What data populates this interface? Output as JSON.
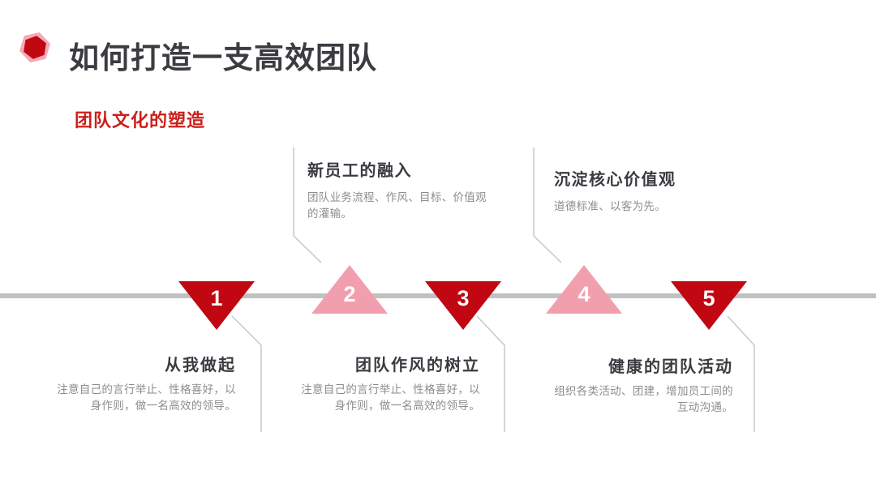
{
  "header": {
    "title": "如何打造一支高效团队",
    "subtitle": "团队文化的塑造"
  },
  "icons": {
    "hexagon_icon": "red hexagon bullet with pink hexagonal outline"
  },
  "colors": {
    "marker_dark_red": "#c00712",
    "marker_pink": "#f19fae",
    "heading_dark": "#3b3b41",
    "body_gray": "#8d8d8d",
    "timeline_gray": "#c1c1c1",
    "subtitle_red": "#cc1f1a",
    "number_white": "#ffffff",
    "background": "#ffffff"
  },
  "timeline": {
    "orientation": "horizontal",
    "marker_shape": "triangle"
  },
  "steps": [
    {
      "number": "1",
      "title": "从我做起",
      "desc": "注意自己的言行举止、性格喜好，以\n身作则，做一名高效的领导。",
      "position": "bottom",
      "marker_direction": "down",
      "marker_color": "dark-red"
    },
    {
      "number": "2",
      "title": "新员工的融入",
      "desc": "团队业务流程、作风、目标、价值观\n的灌输。",
      "position": "top",
      "marker_direction": "up",
      "marker_color": "pink"
    },
    {
      "number": "3",
      "title": "团队作风的树立",
      "desc": "注意自己的言行举止、性格喜好，以\n身作则，做一名高效的领导。",
      "position": "bottom",
      "marker_direction": "down",
      "marker_color": "dark-red"
    },
    {
      "number": "4",
      "title": "沉淀核心价值观",
      "desc": "道德标准、以客为先。",
      "position": "top",
      "marker_direction": "up",
      "marker_color": "pink"
    },
    {
      "number": "5",
      "title": "健康的团队活动",
      "desc": "组织各类活动、团建，增加员工间的\n互动沟通。",
      "position": "bottom",
      "marker_direction": "down",
      "marker_color": "dark-red"
    }
  ]
}
